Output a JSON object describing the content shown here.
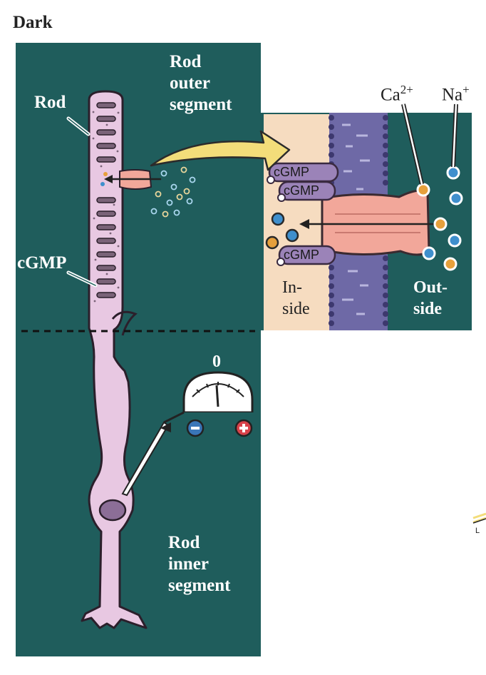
{
  "title": "Dark",
  "labels": {
    "rod": "Rod",
    "cgmp_left": "cGMP",
    "outer_line1": "Rod",
    "outer_line2": "outer",
    "outer_line3": "segment",
    "inner_line1": "Rod",
    "inner_line2": "inner",
    "inner_line3": "segment",
    "ca": "Ca",
    "ca_sup": "2+",
    "na": "Na",
    "na_sup": "+",
    "inside_line1": "In-",
    "inside_line2": "side",
    "outside_line1": "Out-",
    "outside_line2": "side",
    "meter_value": "0",
    "meter_minus": "−",
    "meter_plus": "+",
    "edge_fragment": "L"
  },
  "cgmp_tags": [
    "cGMP",
    "cGMP",
    "cGMP"
  ],
  "colors": {
    "background_panel": "#1f5d5c",
    "cell": "#e8c8e2",
    "membrane": "#6e69a6",
    "channel": "#f2a79a",
    "inset_inside": "#f6dcc0",
    "arrow": "#f3dd7a",
    "ca_ion": "#e6a03c",
    "na_ion": "#3f8fcd",
    "meter_minus": "#3a76b8",
    "meter_plus": "#d8424a"
  },
  "icons": [
    "rightward-block-arrow",
    "voltmeter-icon",
    "recording-electrode"
  ]
}
